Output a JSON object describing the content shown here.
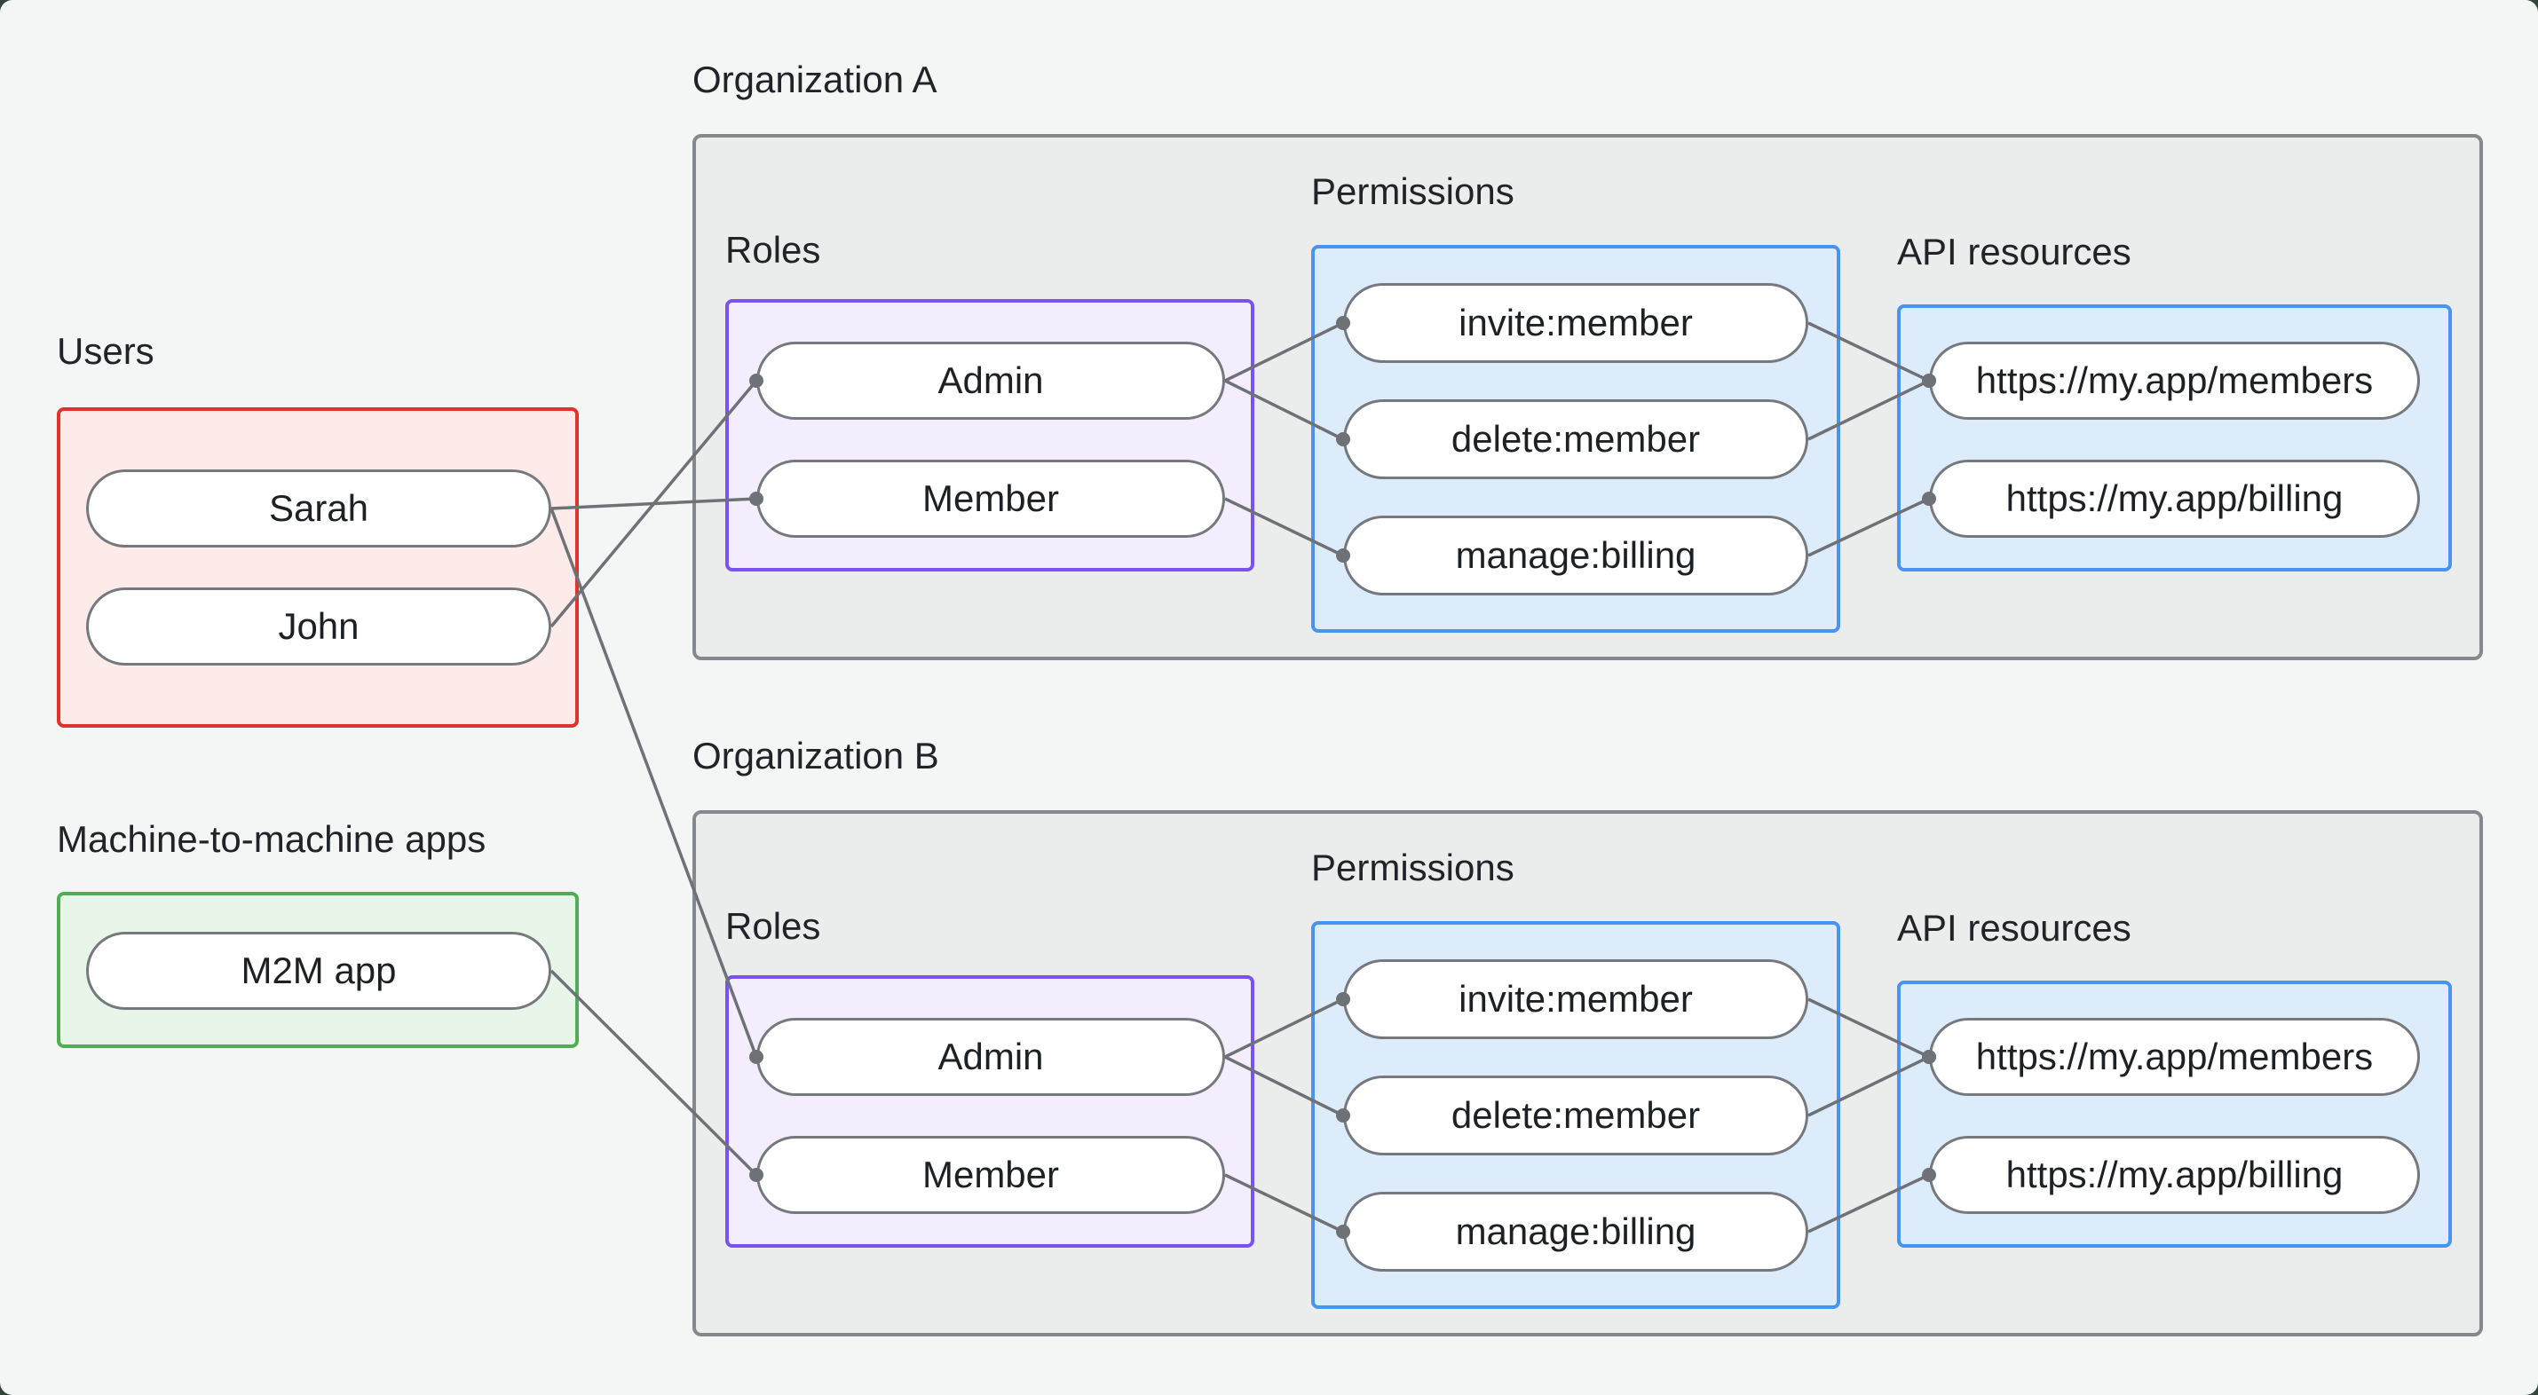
{
  "window": {
    "background_color": "#f4f6f5",
    "frame_color": "#32463a"
  },
  "palette": {
    "users_border": "#e0322f",
    "users_fill": "#fcebe9",
    "m2m_border": "#4fae55",
    "m2m_fill": "#e8f5e9",
    "org_border": "#85898d",
    "org_fill": "#ebecec",
    "roles_border": "#7a52f0",
    "roles_fill": "#f3edfd",
    "permissions_border": "#4794f1",
    "permissions_fill": "#ddecfb",
    "api_border": "#4794f1",
    "api_fill": "#ddecfb",
    "pill_border": "#75797e",
    "pill_fill": "#ffffff",
    "connector": "#6e7277",
    "text": "#1e2124"
  },
  "users_group": {
    "label": "Users",
    "items": [
      {
        "id": "user-sarah",
        "label": "Sarah"
      },
      {
        "id": "user-john",
        "label": "John"
      }
    ]
  },
  "m2m_group": {
    "label": "Machine-to-machine apps",
    "items": [
      {
        "id": "m2m-app",
        "label": "M2M app"
      }
    ]
  },
  "organizations": [
    {
      "title": "Organization A",
      "roles": {
        "label": "Roles",
        "items": [
          {
            "id": "org-a-role-admin",
            "label": "Admin"
          },
          {
            "id": "org-a-role-member",
            "label": "Member"
          }
        ]
      },
      "permissions": {
        "label": "Permissions",
        "items": [
          {
            "id": "org-a-perm-invite",
            "label": "invite:member"
          },
          {
            "id": "org-a-perm-delete",
            "label": "delete:member"
          },
          {
            "id": "org-a-perm-manage",
            "label": "manage:billing"
          }
        ]
      },
      "api_resources": {
        "label": "API resources",
        "items": [
          {
            "id": "org-a-api-members",
            "label": "https://my.app/members"
          },
          {
            "id": "org-a-api-billing",
            "label": "https://my.app/billing"
          }
        ]
      }
    },
    {
      "title": "Organization B",
      "roles": {
        "label": "Roles",
        "items": [
          {
            "id": "org-b-role-admin",
            "label": "Admin"
          },
          {
            "id": "org-b-role-member",
            "label": "Member"
          }
        ]
      },
      "permissions": {
        "label": "Permissions",
        "items": [
          {
            "id": "org-b-perm-invite",
            "label": "invite:member"
          },
          {
            "id": "org-b-perm-delete",
            "label": "delete:member"
          },
          {
            "id": "org-b-perm-manage",
            "label": "manage:billing"
          }
        ]
      },
      "api_resources": {
        "label": "API resources",
        "items": [
          {
            "id": "org-b-api-members",
            "label": "https://my.app/members"
          },
          {
            "id": "org-b-api-billing",
            "label": "https://my.app/billing"
          }
        ]
      }
    }
  ],
  "edges": [
    {
      "from": "user-sarah",
      "to": "org-a-role-member"
    },
    {
      "from": "user-john",
      "to": "org-a-role-admin"
    },
    {
      "from": "user-sarah",
      "to": "org-b-role-admin"
    },
    {
      "from": "m2m-app",
      "to": "org-b-role-member"
    },
    {
      "from": "org-a-role-admin",
      "to": "org-a-perm-invite"
    },
    {
      "from": "org-a-role-admin",
      "to": "org-a-perm-delete"
    },
    {
      "from": "org-a-role-member",
      "to": "org-a-perm-manage"
    },
    {
      "from": "org-a-perm-invite",
      "to": "org-a-api-members"
    },
    {
      "from": "org-a-perm-delete",
      "to": "org-a-api-members"
    },
    {
      "from": "org-a-perm-manage",
      "to": "org-a-api-billing"
    },
    {
      "from": "org-b-role-admin",
      "to": "org-b-perm-invite"
    },
    {
      "from": "org-b-role-admin",
      "to": "org-b-perm-delete"
    },
    {
      "from": "org-b-role-member",
      "to": "org-b-perm-manage"
    },
    {
      "from": "org-b-perm-invite",
      "to": "org-b-api-members"
    },
    {
      "from": "org-b-perm-delete",
      "to": "org-b-api-members"
    },
    {
      "from": "org-b-perm-manage",
      "to": "org-b-api-billing"
    }
  ]
}
